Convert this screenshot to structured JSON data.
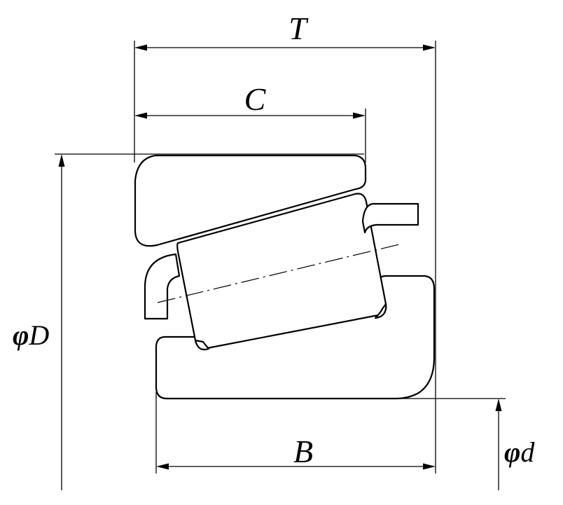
{
  "diagram": {
    "labels": {
      "T": "T",
      "C": "C",
      "B": "B",
      "D_symbol": "φ",
      "D_letter": "D",
      "d_symbol": "φ",
      "d_letter": "d"
    },
    "colors": {
      "stroke": "#000000",
      "background": "#ffffff"
    }
  }
}
